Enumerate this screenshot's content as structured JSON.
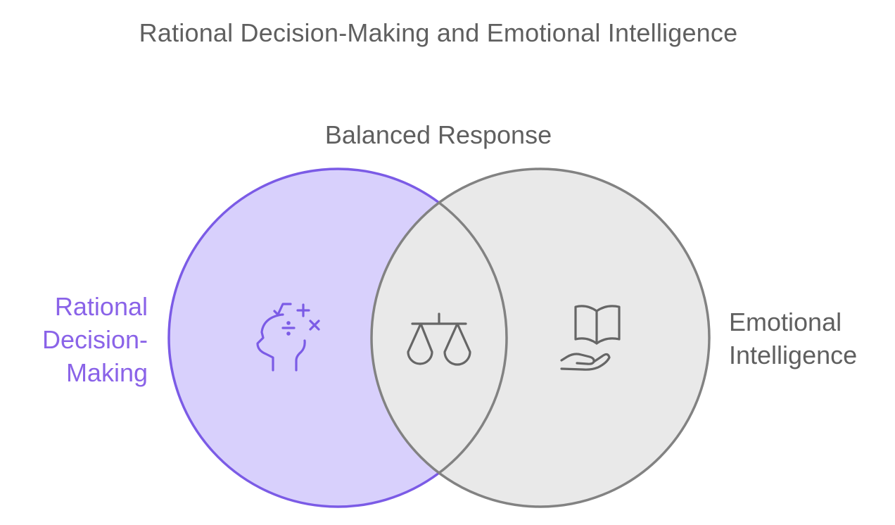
{
  "diagram": {
    "title": "Rational Decision-Making and Emotional Intelligence",
    "overlap_label": "Balanced Response",
    "left_set": {
      "label_lines": [
        "Rational",
        "Decision-",
        "Making"
      ],
      "icon": "head-math-icon",
      "fill": "#d8d0fc",
      "stroke": "#7b5be6",
      "text_color": "#8a63e8"
    },
    "right_set": {
      "label_lines": [
        "Emotional",
        "Intelligence"
      ],
      "icon": "book-hand-icon",
      "fill": "#e9e9e9",
      "stroke": "#828282",
      "text_color": "#5f5f5f"
    },
    "overlap": {
      "icon": "scales-icon",
      "fill": "#e9e9e9"
    }
  }
}
